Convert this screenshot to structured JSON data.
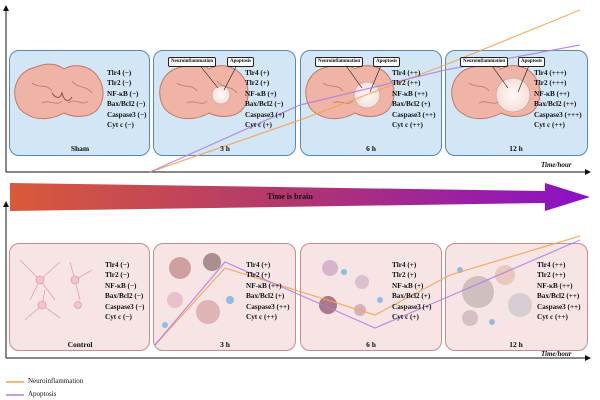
{
  "arrow_text": "Time is brain",
  "axis_label": "Time/hour",
  "top_row": {
    "panels": [
      {
        "label": "Sham",
        "markers": [
          "Tlr4 (−)",
          "Tlr2 (−)",
          "NF-κB (−)",
          "Bax/Bcl2 (−)",
          "Caspase3 (−)",
          "Cyt c (−)"
        ],
        "callouts": []
      },
      {
        "label": "3 h",
        "markers": [
          "Tlr4 (+)",
          "Tlr2 (+)",
          "NF-κB (+)",
          "Bax/Bcl2 (−)",
          "Caspase3 (+)",
          "Cyt c (+)"
        ],
        "callouts": [
          "Neuroinflammation",
          "Apoptosis"
        ]
      },
      {
        "label": "6 h",
        "markers": [
          "Tlr4 (++)",
          "Tlr2 (++)",
          "NF-κB (++)",
          "Bax/Bcl2 (+)",
          "Caspase3 (++)",
          "Cyt c (++)"
        ],
        "callouts": [
          "Neuroinflammation",
          "Apoptosis"
        ]
      },
      {
        "label": "12 h",
        "markers": [
          "Tlr4 (+++)",
          "Tlr2 (+++)",
          "NF-κB (++)",
          "Bax/Bcl2 (++)",
          "Caspase3 (+++)",
          "Cyt c (++)"
        ],
        "callouts": [
          "Neuroinflammation",
          "Apoptosis"
        ]
      }
    ]
  },
  "bottom_row": {
    "panels": [
      {
        "label": "Control",
        "markers": [
          "Tlr4 (−)",
          "Tlr2 (−)",
          "NF-κB (−)",
          "Bax/Bcl2 (−)",
          "Caspase3 (−)",
          "Cyt c (−)"
        ]
      },
      {
        "label": "3 h",
        "markers": [
          "Tlr4 (+)",
          "Tlr2 (+)",
          "NF-κB (++)",
          "Bax/Bcl2 (+)",
          "Caspase3 (++)",
          "Cyt c (++)"
        ]
      },
      {
        "label": "6 h",
        "markers": [
          "Tlr4 (+)",
          "Tlr2 (+)",
          "NF-κB (+)",
          "Bax/Bcl2 (+)",
          "Caspase3 (+)",
          "Cyt c (+)"
        ]
      },
      {
        "label": "12 h",
        "markers": [
          "Tlr4 (++)",
          "Tlr2 (++)",
          "NF-κB (++)",
          "Bax/Bcl2 (++)",
          "Caspase3 (++)",
          "Cyt c (++)"
        ]
      }
    ]
  },
  "legend": [
    {
      "label": "Neuroinflammation",
      "color": "#f2a24a"
    },
    {
      "label": "Apoptosis",
      "color": "#b07be0"
    }
  ],
  "colors": {
    "top_panel_bg": "#d2e6f5",
    "bottom_panel_bg": "#f7e4e4",
    "arrow_start": "#d95a3a",
    "arrow_end": "#8a10c8",
    "neuroinflammation": "#f2a24a",
    "apoptosis": "#b07be0"
  }
}
